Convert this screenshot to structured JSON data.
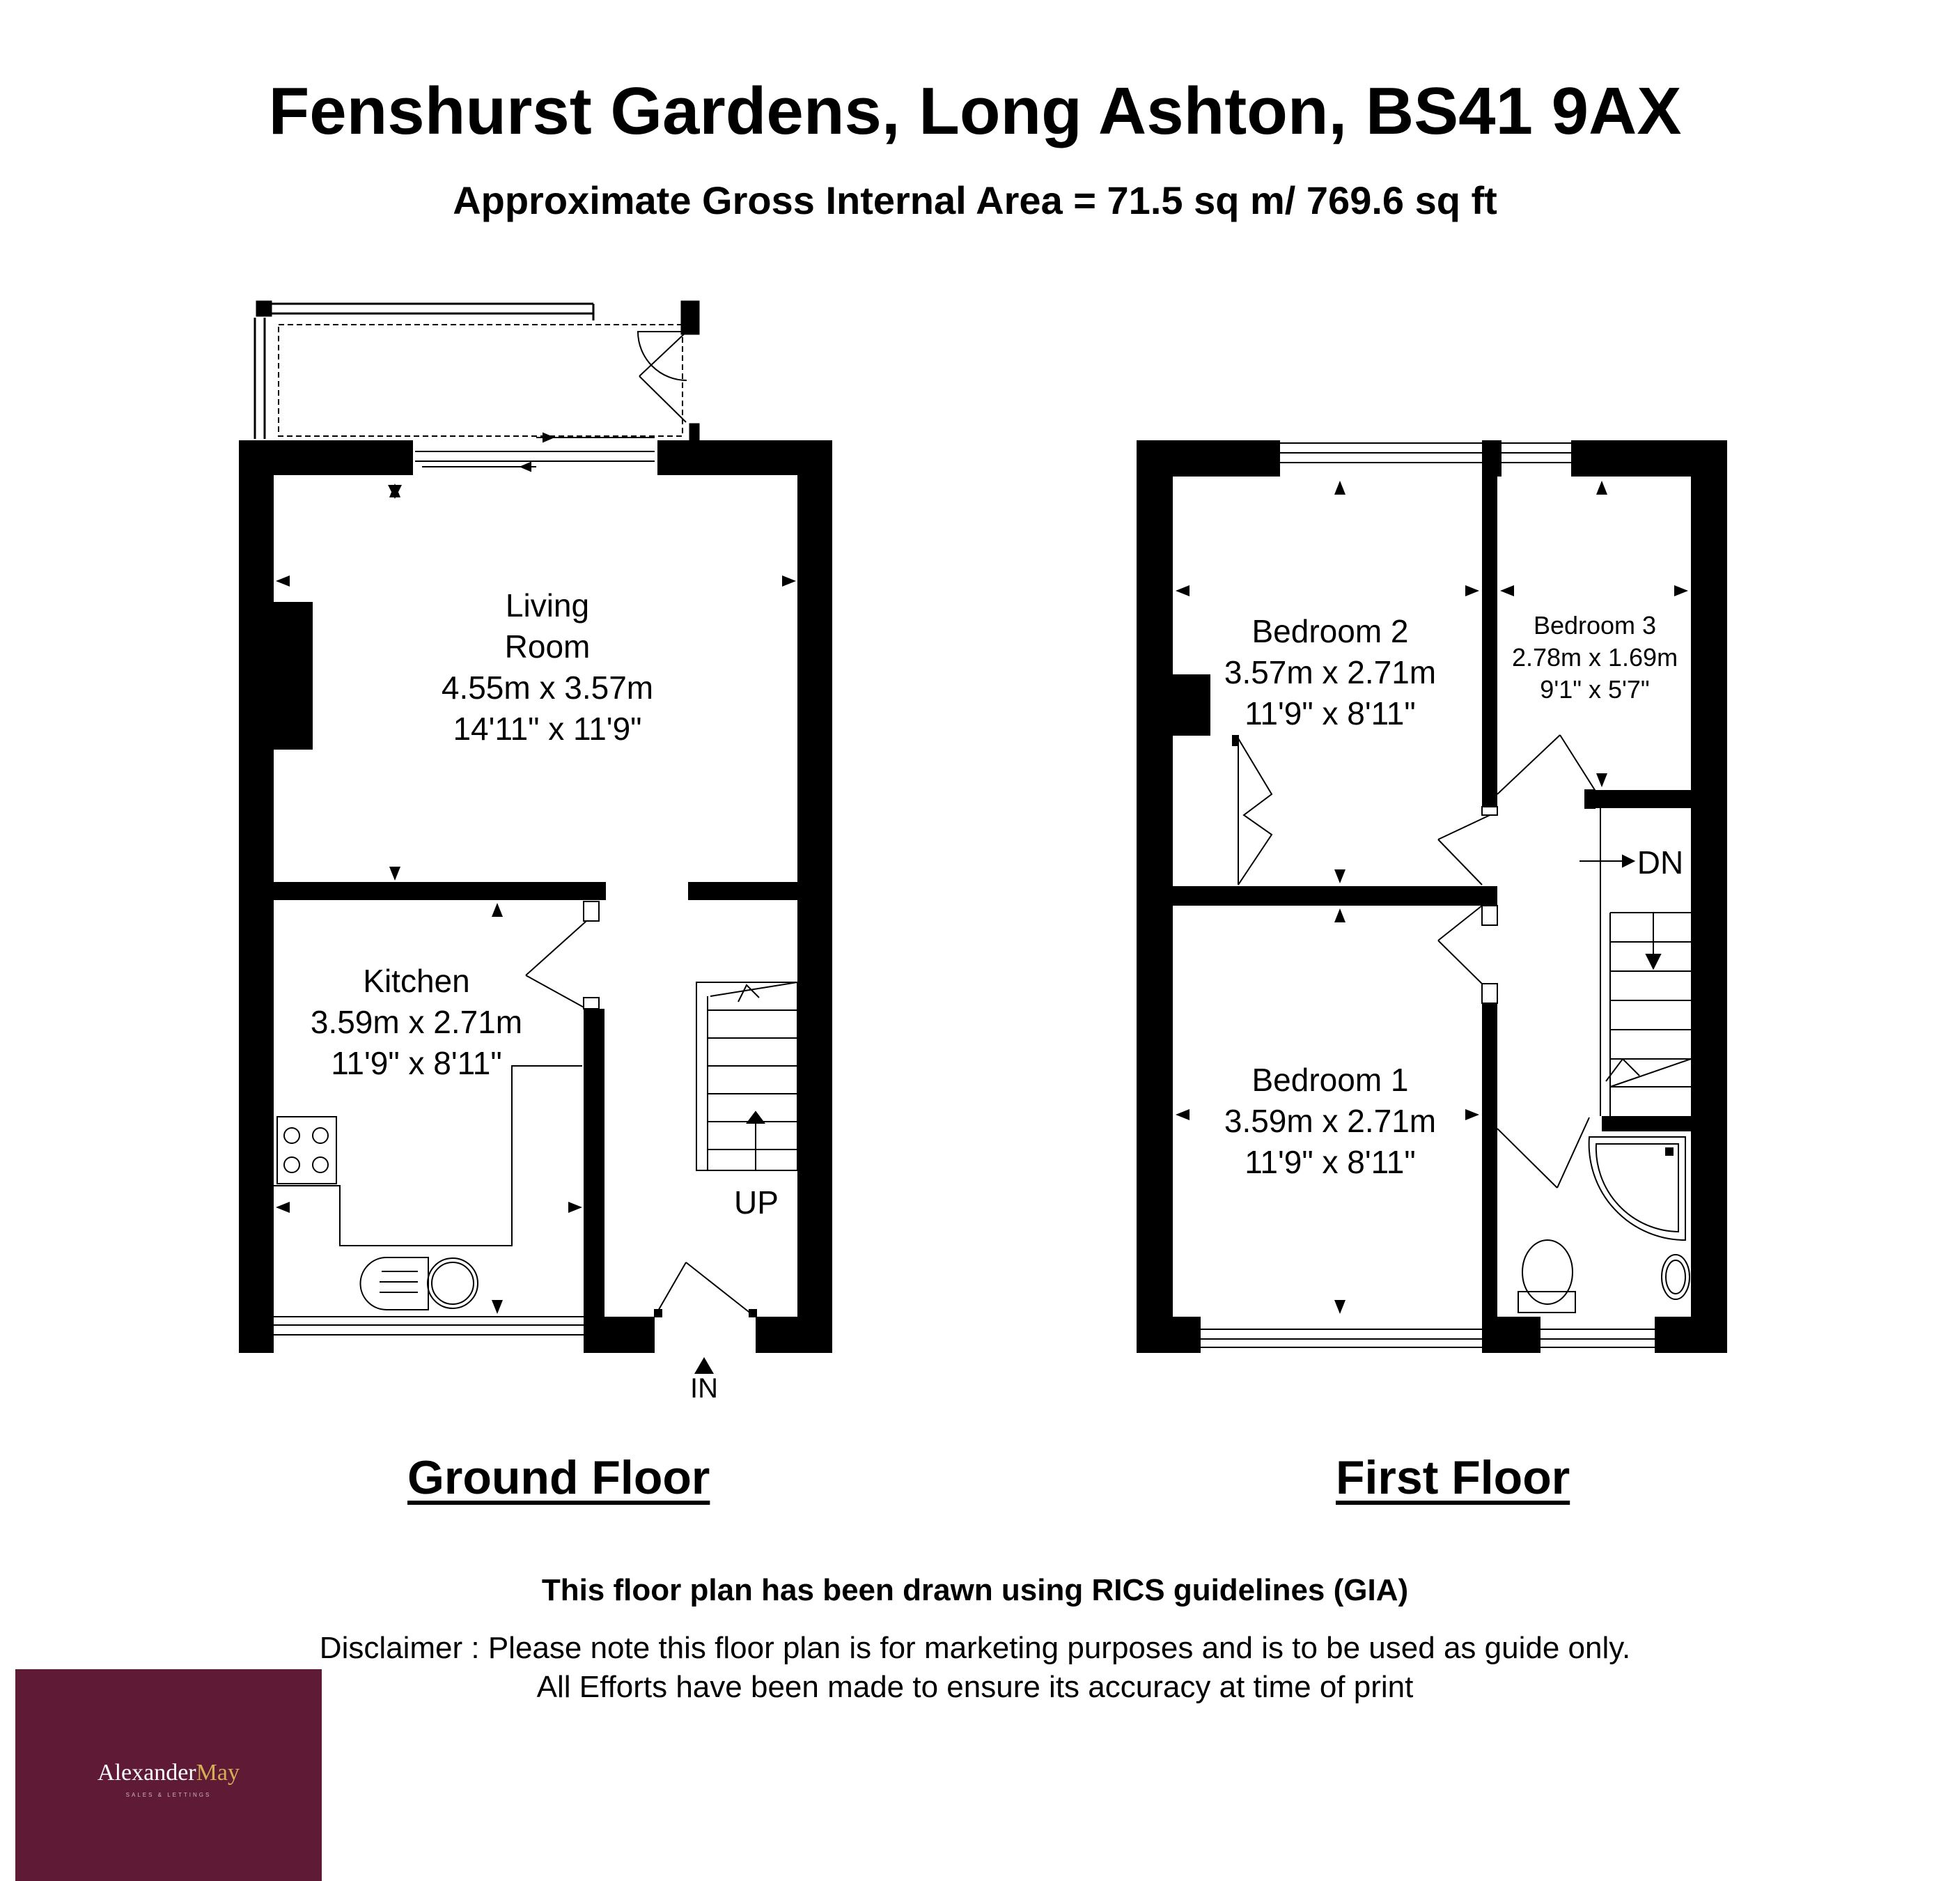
{
  "title": "Fenshurst Gardens, Long Ashton, BS41 9AX",
  "subtitle": "Approximate Gross Internal Area = 71.5 sq m/ 769.6 sq ft",
  "ground_floor": {
    "label": "Ground Floor",
    "living_room": {
      "name_line1": "Living",
      "name_line2": "Room",
      "metric": "4.55m x 3.57m",
      "imperial": "14'11\" x 11'9\""
    },
    "kitchen": {
      "name": "Kitchen",
      "metric": "3.59m x 2.71m",
      "imperial": "11'9\" x 8'11\""
    },
    "stairs_label": "UP",
    "entrance_label": "IN"
  },
  "first_floor": {
    "label": "First Floor",
    "bedroom1": {
      "name": "Bedroom 1",
      "metric": "3.59m x 2.71m",
      "imperial": "11'9\" x 8'11\""
    },
    "bedroom2": {
      "name": "Bedroom 2",
      "metric": "3.57m x 2.71m",
      "imperial": "11'9\" x 8'11\""
    },
    "bedroom3": {
      "name": "Bedroom 3",
      "metric": "2.78m x 1.69m",
      "imperial": "9'1\" x 5'7\""
    },
    "stairs_label": "DN"
  },
  "rics_note": "This floor plan has been drawn using RICS guidelines (GIA)",
  "disclaimer_line1": "Disclaimer : Please note this floor plan is for marketing purposes and is to be used as guide only.",
  "disclaimer_line2": "All Efforts have been made to ensure its accuracy at time of print",
  "logo": {
    "text_main": "Alexander",
    "text_accent": "May",
    "tagline": "SALES & LETTINGS"
  },
  "colors": {
    "wall": "#000000",
    "logo_bg": "#5f1b36",
    "logo_accent": "#d5ad54"
  }
}
